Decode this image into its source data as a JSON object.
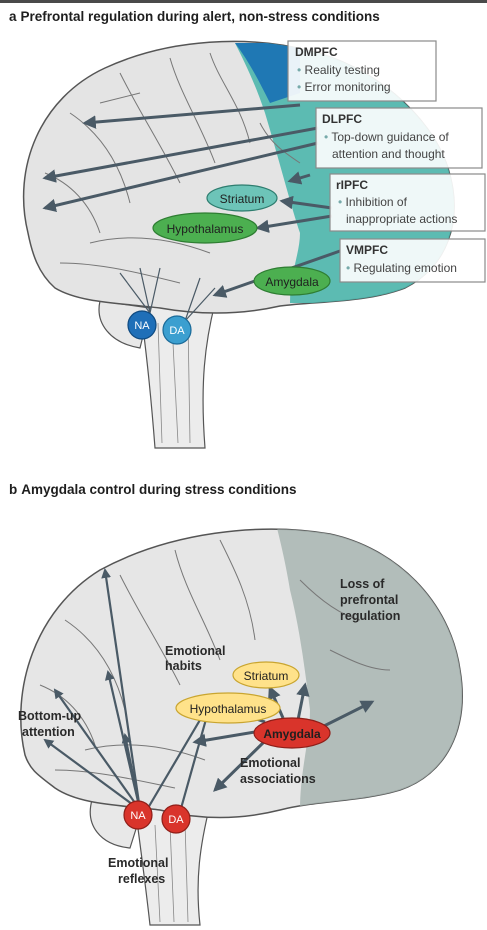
{
  "panel_a": {
    "letter": "a",
    "title": "Prefrontal regulation during alert, non-stress conditions",
    "regions": [
      {
        "name": "DMPFC",
        "functions": [
          "Reality testing",
          "Error monitoring"
        ]
      },
      {
        "name": "DLPFC",
        "functions": [
          "Top-down guidance of",
          "attention and thought"
        ]
      },
      {
        "name": "rIPFC",
        "functions": [
          "Inhibition of",
          "inappropriate actions"
        ]
      },
      {
        "name": "VMPFC",
        "functions": [
          "Regulating emotion"
        ]
      }
    ],
    "structures": {
      "striatum": "Striatum",
      "hypothalamus": "Hypothalamus",
      "amygdala": "Amygdala",
      "na": "NA",
      "da": "DA"
    },
    "colors": {
      "dmpfc_fill": "#1f78b4",
      "pfc_fill": "#4db6ac",
      "structure_fill": "#4caf50",
      "striatum_fill": "#6dc4b8",
      "na_fill": "#1f6fb8",
      "da_fill": "#3b9fd0",
      "arrow": "#4a5a66"
    }
  },
  "panel_b": {
    "letter": "b",
    "title": "Amygdala control during stress conditions",
    "labels": {
      "loss": [
        "Loss of",
        "prefrontal",
        "regulation"
      ],
      "habits": [
        "Emotional",
        "habits"
      ],
      "bottom_up": [
        "Bottom-up",
        "attention"
      ],
      "associations": [
        "Emotional",
        "associations"
      ],
      "reflexes": [
        "Emotional",
        "reflexes"
      ]
    },
    "structures": {
      "striatum": "Striatum",
      "hypothalamus": "Hypothalamus",
      "amygdala": "Amygdala",
      "na": "NA",
      "da": "DA"
    },
    "colors": {
      "pfc_fill": "#a8b5b2",
      "structure_fill": "#ffe28a",
      "amygdala_fill": "#d9342b",
      "arrow": "#4a5a66"
    }
  }
}
